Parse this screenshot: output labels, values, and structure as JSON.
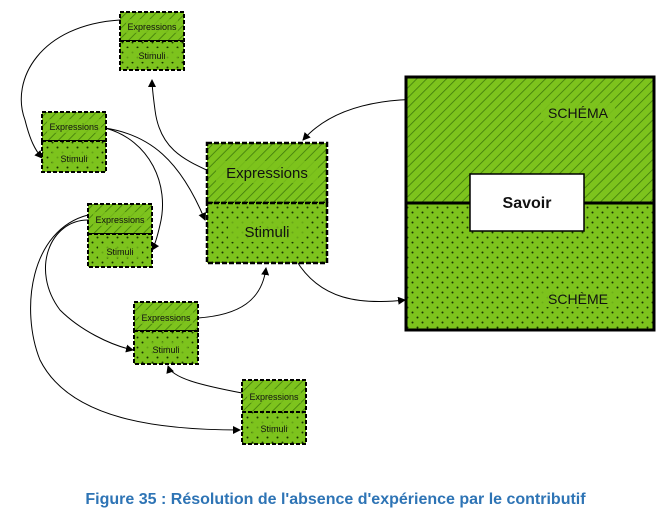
{
  "diagram": {
    "small_boxes": [
      {
        "expressions": "Expressions",
        "stimuli": "Stimuli"
      },
      {
        "expressions": "Expressions",
        "stimuli": "Stimuli"
      },
      {
        "expressions": "Expressions",
        "stimuli": "Stimuli"
      },
      {
        "expressions": "Expressions",
        "stimuli": "Stimuli"
      },
      {
        "expressions": "Expressions",
        "stimuli": "Stimuli"
      }
    ],
    "central_box": {
      "expressions": "Expressions",
      "stimuli": "Stimuli"
    },
    "large_box": {
      "schema": "SCHÉMA",
      "scheme": "SCHÈME",
      "savoir": "Savoir"
    }
  },
  "caption": "Figure 35 : Résolution de l'absence d'expérience par le contributif",
  "colors": {
    "green": "#7dc31d",
    "caption": "#2e74b5",
    "stroke": "#000000"
  }
}
